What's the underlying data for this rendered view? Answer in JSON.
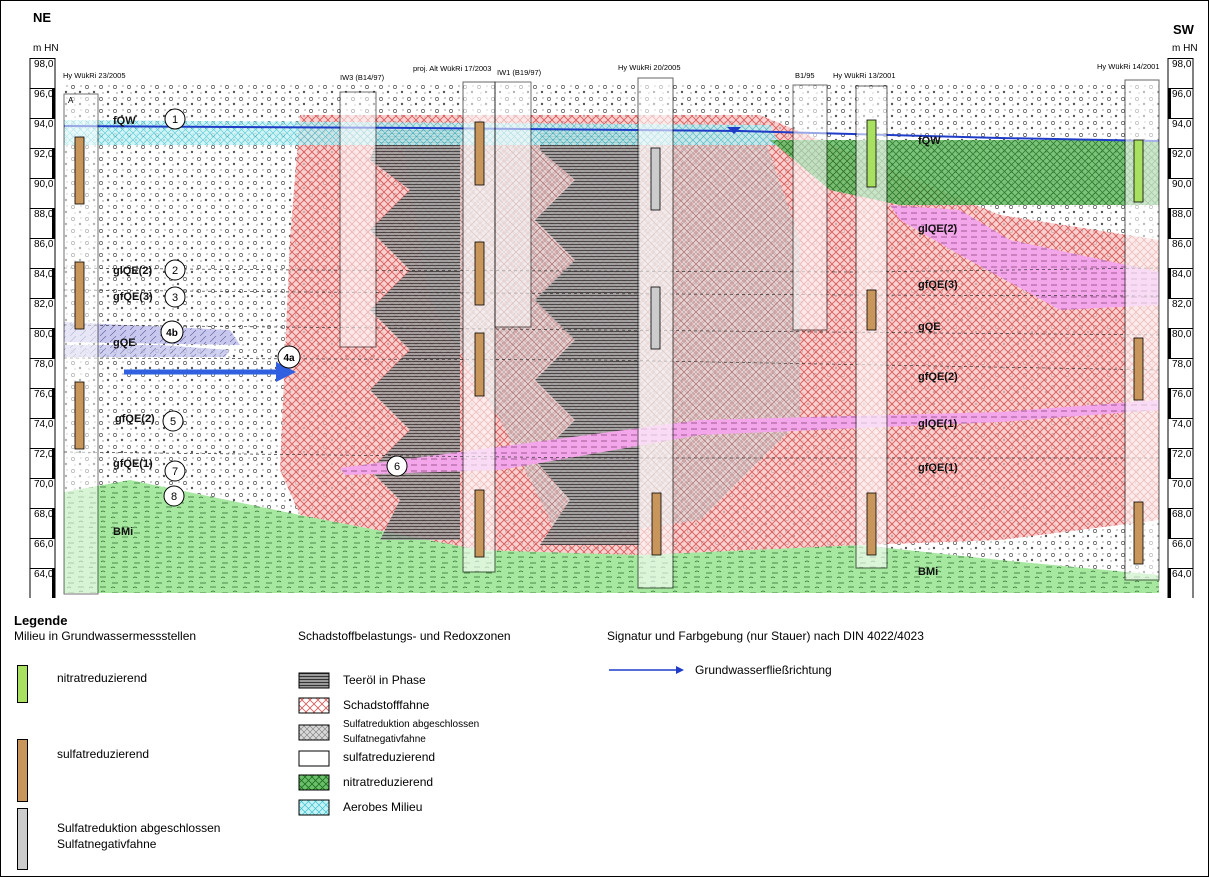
{
  "header": {
    "left_dir": "NE",
    "right_dir": "SW",
    "left_unit": "m HN",
    "right_unit": "m HN"
  },
  "axis": {
    "left_ticks": [
      "98,0",
      "96,0",
      "94,0",
      "92,0",
      "90,0",
      "88,0",
      "86,0",
      "84,0",
      "82,0",
      "80,0",
      "78,0",
      "76,0",
      "74,0",
      "72,0",
      "70,0",
      "68,0",
      "66,0",
      "64,0"
    ],
    "right_ticks": [
      "98,0",
      "96,0",
      "94,0",
      "92,0",
      "90,0",
      "88,0",
      "86,0",
      "84,0",
      "82,0",
      "80,0",
      "78,0",
      "76,0",
      "74,0",
      "72,0",
      "70,0",
      "68,0",
      "66,0",
      "64,0"
    ]
  },
  "wells": [
    "Hy WükRi 23/2005",
    "IW3 (B14/97)",
    "proj. Alt WükRi 17/2003",
    "IW1 (B19/97)",
    "Hy WükRi 20/2005",
    "B1/95",
    "Hy WükRi 13/2001",
    "Hy WükRi 14/2001"
  ],
  "well_marker": "A",
  "layers_left": [
    "fQW",
    "glQE(2)",
    "gfQE(3)",
    "gQE",
    "gfQE(2)",
    "gfQE(1)",
    "BMi"
  ],
  "layers_right": [
    "fQW",
    "glQE(2)",
    "gfQE(3)",
    "gQE",
    "gfQE(2)",
    "glQE(1)",
    "gfQE(1)",
    "BMi"
  ],
  "circle_labels": [
    "1",
    "2",
    "3",
    "4b",
    "4a",
    "5",
    "6",
    "7",
    "8"
  ],
  "legend": {
    "title": "Legende",
    "col1_title": "Milieu in Grundwassermessstellen",
    "col1_items": [
      "nitratreduzierend",
      "sulfatreduzierend",
      "Sulfatreduktion abgeschlossen",
      "Sulfatnegativfahne"
    ],
    "col2_title": "Schadstoffbelastungs- und Redoxzonen",
    "col2_items": [
      "Teeröl in Phase",
      "Schadstofffahne",
      "Sulfatreduktion abgeschlossen",
      "Sulfatnegativfahne",
      "sulfatreduzierend",
      "nitratreduzierend",
      "Aerobes Milieu"
    ],
    "col3_title": "Signatur und Farbgebung (nur Stauer) nach DIN 4022/4023",
    "col3_items": [
      "Grundwasserfließrichtung"
    ]
  },
  "colors": {
    "nitrat": "#a8e05f",
    "sulfat": "#c8955a",
    "sulfatneg": "#cccccc",
    "plume": "#f4a6a6",
    "aerob": "#9fe6ec",
    "nitrat_zone": "#4aa84a",
    "clay": "#a6e8a0",
    "pink_layer": "#f28ce0",
    "lavender": "#b8b8e8",
    "water_line": "#1f3cc8",
    "flow_arrow": "#3060e0"
  }
}
